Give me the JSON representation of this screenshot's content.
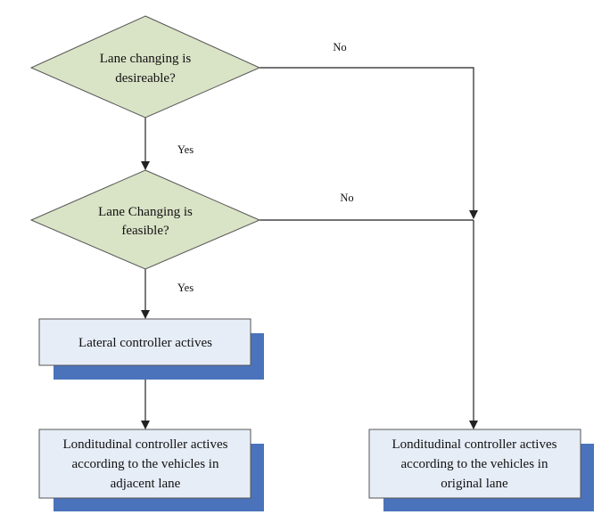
{
  "colors": {
    "decision_fill": "#d9e3c6",
    "decision_stroke": "#555555",
    "box_fill": "#e6edf7",
    "box_stroke": "#555555",
    "shadow": "#4a73bb",
    "line": "#222222"
  },
  "nodes": {
    "decision1": {
      "line1": "Lane changing is",
      "line2": "desireable?"
    },
    "decision2": {
      "line1": "Lane Changing is",
      "line2": "feasible?"
    },
    "lateral": {
      "line1": "Lateral controller actives"
    },
    "long_adjacent": {
      "line1": "Londitudinal controller actives",
      "line2": "according to the vehicles in",
      "line3": "adjacent lane"
    },
    "long_original": {
      "line1": "Londitudinal controller actives",
      "line2": "according to the vehicles in",
      "line3": "original lane"
    }
  },
  "edges": {
    "no1": "No",
    "yes1": "Yes",
    "no2": "No",
    "yes2": "Yes"
  }
}
